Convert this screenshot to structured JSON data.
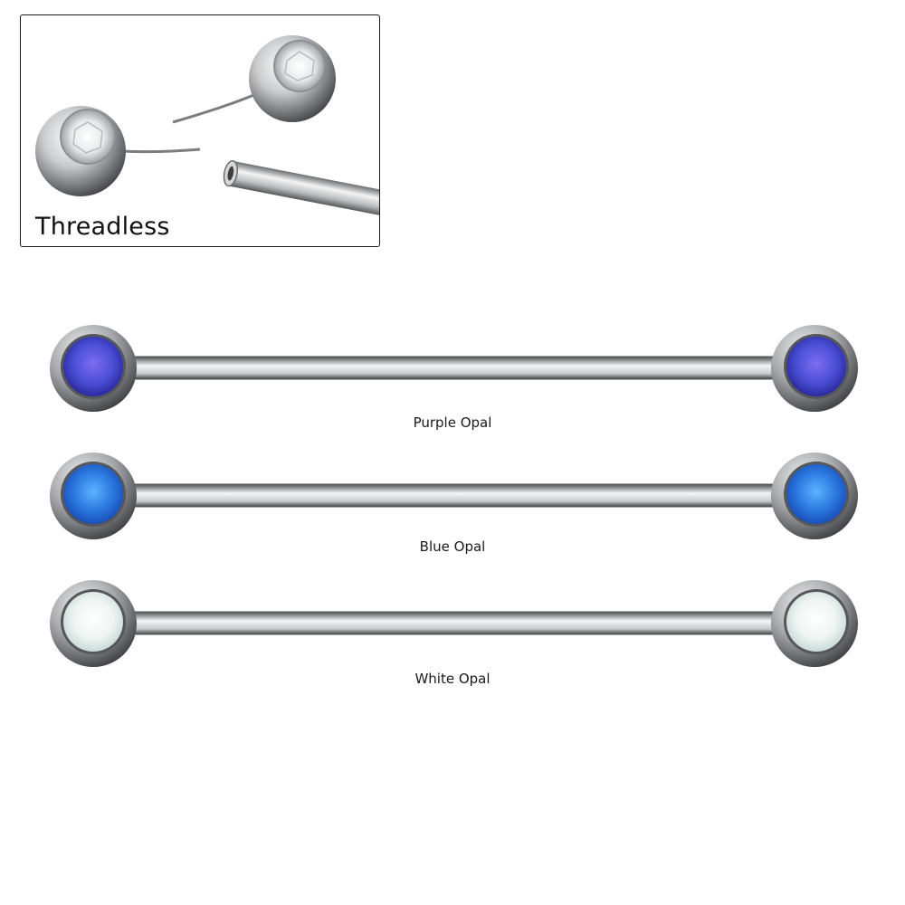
{
  "inset": {
    "label": "Threadless"
  },
  "products": [
    {
      "caption": "Purple Opal",
      "gem_color": "#4a4fd6",
      "gem_color_light": "#7e6cf0",
      "gem_color_dark": "#2b2a9e"
    },
    {
      "caption": "Blue Opal",
      "gem_color": "#2a78e0",
      "gem_color_light": "#5fb2ff",
      "gem_color_dark": "#1a4fb8"
    },
    {
      "caption": "White Opal",
      "gem_color": "#eef4f1",
      "gem_color_light": "#ffffff",
      "gem_color_dark": "#c9dcd8"
    }
  ]
}
